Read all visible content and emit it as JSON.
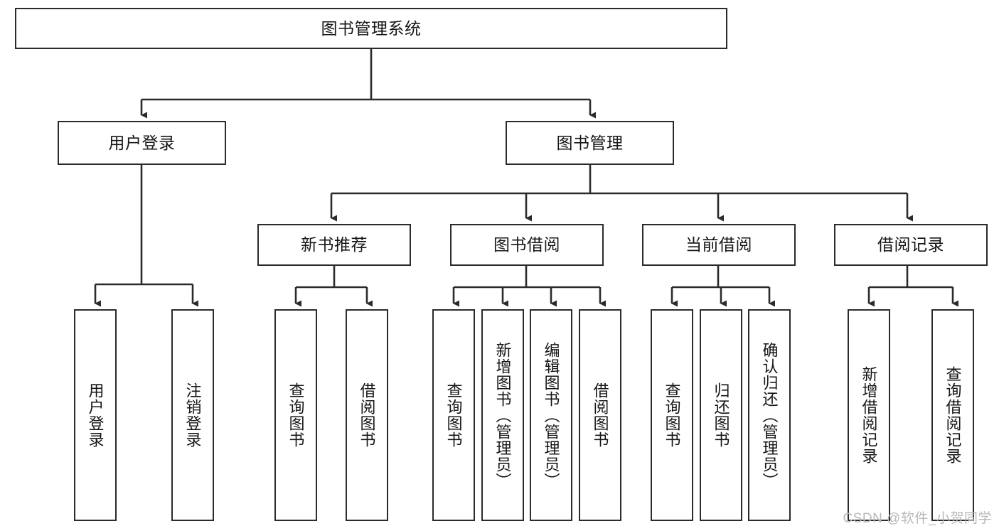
{
  "diagram": {
    "title": "图书管理系统",
    "type": "tree-hierarchy",
    "root": {
      "id": "root",
      "label": "图书管理系统"
    },
    "level2": [
      {
        "id": "user-login",
        "label": "用户登录"
      },
      {
        "id": "book-management",
        "label": "图书管理"
      }
    ],
    "level3": [
      {
        "id": "new-book-recommend",
        "label": "新书推荐"
      },
      {
        "id": "book-borrow",
        "label": "图书借阅"
      },
      {
        "id": "current-borrow",
        "label": "当前借阅"
      },
      {
        "id": "borrow-record",
        "label": "借阅记录"
      }
    ],
    "leaves": {
      "user_login": [
        {
          "id": "leaf-user-login",
          "label": "用户登录"
        },
        {
          "id": "leaf-logout-login",
          "label": "注销登录"
        }
      ],
      "new_book_recommend": [
        {
          "id": "leaf-query-book-1",
          "label": "查询图书"
        },
        {
          "id": "leaf-borrow-book-1",
          "label": "借阅图书"
        }
      ],
      "book_borrow": [
        {
          "id": "leaf-query-book-2",
          "label": "查询图书"
        },
        {
          "id": "leaf-add-book",
          "label": "新增图书（管理员）"
        },
        {
          "id": "leaf-edit-book",
          "label": "编辑图书（管理员）"
        },
        {
          "id": "leaf-borrow-book-2",
          "label": "借阅图书"
        }
      ],
      "current_borrow": [
        {
          "id": "leaf-query-book-3",
          "label": "查询图书"
        },
        {
          "id": "leaf-return-book",
          "label": "归还图书"
        },
        {
          "id": "leaf-confirm-return",
          "label": "确认归还（管理员）"
        }
      ],
      "borrow_record": [
        {
          "id": "leaf-add-record",
          "label": "新增借阅记录"
        },
        {
          "id": "leaf-query-record",
          "label": "查询借阅记录"
        }
      ]
    }
  },
  "watermark": {
    "text": "CSDN @软件_小贺同学"
  },
  "colors": {
    "stroke": "#2b2b2b",
    "background": "#ffffff",
    "text": "#161616",
    "watermark": "#b9b9b9"
  }
}
